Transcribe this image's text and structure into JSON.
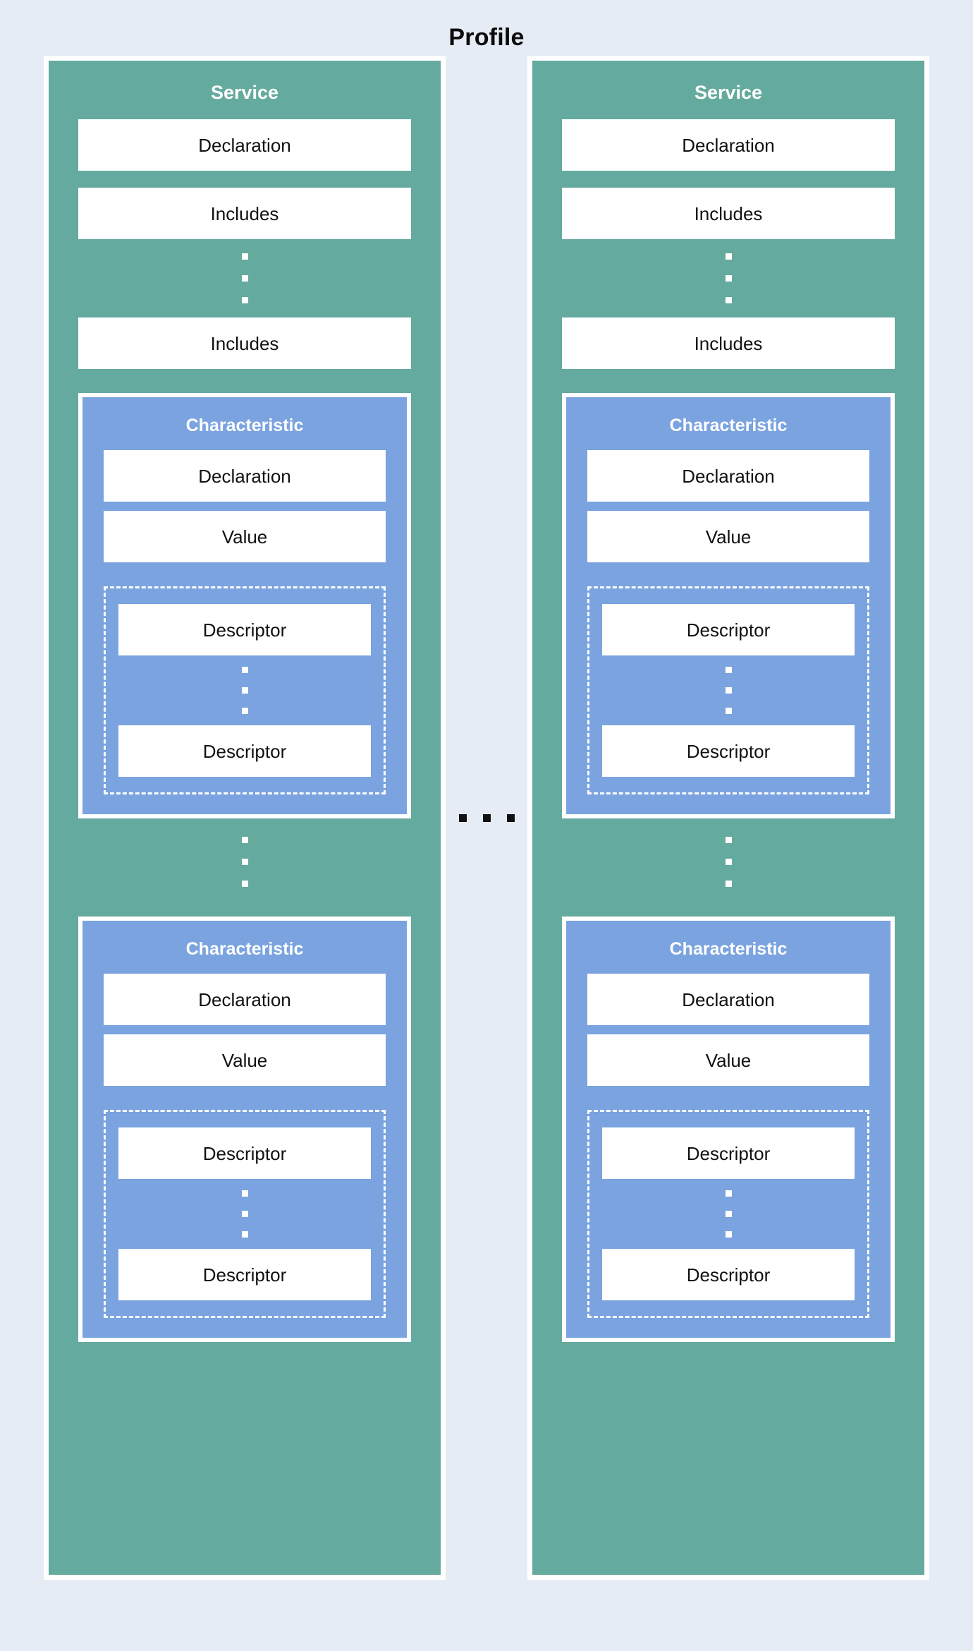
{
  "diagram": {
    "title": "Profile",
    "colors": {
      "background": "#e6ecf5",
      "service_fill": "#65aa9e",
      "characteristic_fill": "#7aa3e0",
      "leaf_fill": "#ffffff",
      "border": "#ffffff",
      "text_dark": "#111111",
      "text_light": "#ffffff"
    },
    "column_separator": {
      "icon": "horizontal-ellipsis-icon",
      "dots": 3
    },
    "labels": {
      "service": "Service",
      "declaration": "Declaration",
      "includes": "Includes",
      "characteristic": "Characteristic",
      "value": "Value",
      "descriptor": "Descriptor",
      "vertical_ellipsis": "vertical-ellipsis-icon"
    },
    "services": [
      {
        "title": "Service",
        "declaration": "Declaration",
        "includes_first": "Includes",
        "includes_last": "Includes",
        "characteristics": [
          {
            "title": "Characteristic",
            "declaration": "Declaration",
            "value": "Value",
            "descriptor_first": "Descriptor",
            "descriptor_last": "Descriptor"
          },
          {
            "title": "Characteristic",
            "declaration": "Declaration",
            "value": "Value",
            "descriptor_first": "Descriptor",
            "descriptor_last": "Descriptor"
          }
        ]
      },
      {
        "title": "Service",
        "declaration": "Declaration",
        "includes_first": "Includes",
        "includes_last": "Includes",
        "characteristics": [
          {
            "title": "Characteristic",
            "declaration": "Declaration",
            "value": "Value",
            "descriptor_first": "Descriptor",
            "descriptor_last": "Descriptor"
          },
          {
            "title": "Characteristic",
            "declaration": "Declaration",
            "value": "Value",
            "descriptor_first": "Descriptor",
            "descriptor_last": "Descriptor"
          }
        ]
      }
    ]
  }
}
